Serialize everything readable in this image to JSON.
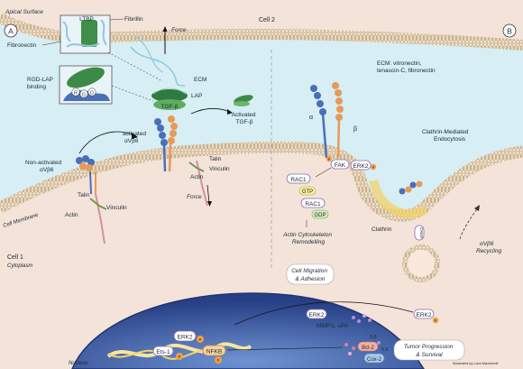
{
  "labels": {
    "apical_surface": "Apical Surface",
    "cell2": "Cell 2",
    "panel_a": "A",
    "panel_b": "B",
    "ltbp": "LTBP",
    "fibrillin": "Fibrillin",
    "fibronectin": "Fibronectin",
    "force_top": "Force",
    "rgd_lap_binding": "RGD-LAP\nbinding",
    "rgd_r": "R",
    "rgd_g": "G",
    "rgd_d": "D",
    "ecm": "ECM",
    "lap": "LAP",
    "tgfb": "TGF-β",
    "activated_tgfb": "Activated\nTGF-β",
    "ecm_b": "ECM: vitronectin,\ntenascin-C, fibronectin",
    "alpha": "α",
    "beta": "β",
    "activated_avb6": "activated\nαVβ6",
    "non_activated_avb6": "Non-activated\nαVβ6",
    "talin_left": "Talin",
    "actin_left": "Actin",
    "vinculin_left": "Vinculin",
    "talin_mid": "Talin",
    "vinculin_mid": "Vinculin",
    "actin_mid": "Actin",
    "force_mid": "Force",
    "cell_membrane": "Cell Membrane",
    "fak": "FAK",
    "erk2_b": "ERK2",
    "p": "P",
    "rac1_top": "RAC1",
    "gtp": "GTP",
    "rac1_bottom": "RAC1",
    "gdp": "GDP",
    "actin_cyto_remodelling": "Actin Cytoskeleton\nRemodelling",
    "clathrin_mediated": "Clathrin-Mediated\nEndocytosis",
    "clathrin": "Clathrin",
    "erk2_vesicle": "ERK2",
    "avb6_recycling": "αVβ6\nRecycling",
    "cell1": "Cell 1",
    "cytoplasm": "Cytoplasm",
    "cell_migration": "Cell Migration\n& Adhesion",
    "erk2_right": "ERK2",
    "erk2_nuc_out": "ERK2",
    "mmps": "MMP's, uPA",
    "erk2_nuc": "ERK2",
    "ets1": "Ets-1",
    "nfkb": "NFKB",
    "nucleus": "Nucleus",
    "il8": "IL8",
    "bcl2": "Bcl-2",
    "il6": "IL6",
    "cox2": "Cox-2",
    "tumor_progression": "Tumor Progression\n& Survival",
    "credit": "Illustrated by Lara Mazzinelli"
  },
  "colors": {
    "ecm_bg": "#d6eef4",
    "cytoplasm": "#f3e3d8",
    "membrane_head": "#f2e2c8",
    "membrane_tail": "#b8a58c",
    "nucleus_dark": "#2d4f9a",
    "nucleus_light": "#5f86c9",
    "alpha_blue": "#4a6fb8",
    "beta_orange": "#e69a5a",
    "tgfb_green": "#4a9a52",
    "lap_green": "#2e7a40",
    "fibrillin": "#8fc7e0",
    "clathrin": "#f1d36a",
    "phospho": "#f0a040"
  }
}
